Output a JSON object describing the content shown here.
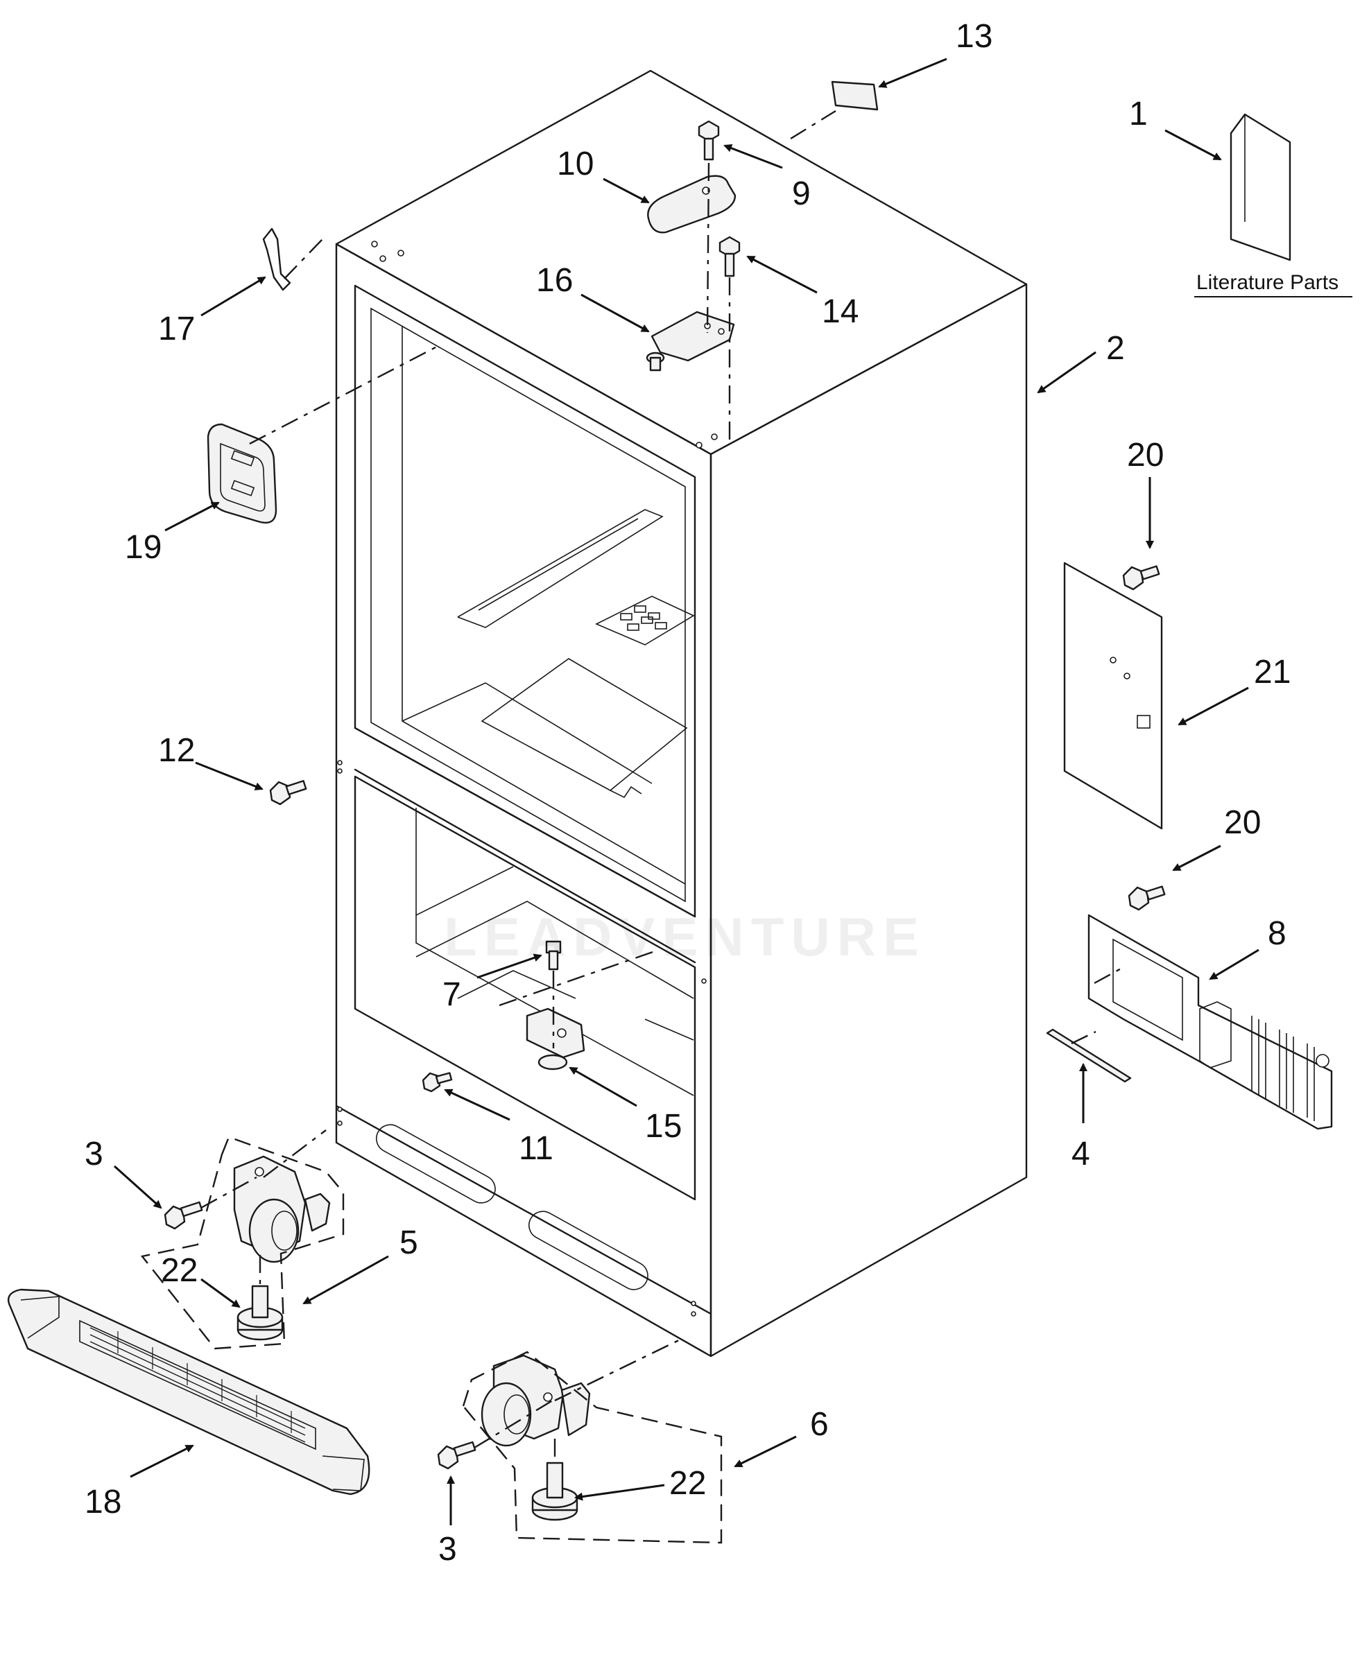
{
  "labels": {
    "p1": "1",
    "p2": "2",
    "p3a": "3",
    "p3b": "3",
    "p4": "4",
    "p5": "5",
    "p6": "6",
    "p7": "7",
    "p8": "8",
    "p9": "9",
    "p10": "10",
    "p11": "11",
    "p12": "12",
    "p13": "13",
    "p14": "14",
    "p15": "15",
    "p16": "16",
    "p17": "17",
    "p18": "18",
    "p19": "19",
    "p20a": "20",
    "p20b": "20",
    "p21": "21",
    "p22a": "22",
    "p22b": "22"
  },
  "literature_parts_label": "Literature Parts",
  "watermark": "LEADVENTURE"
}
